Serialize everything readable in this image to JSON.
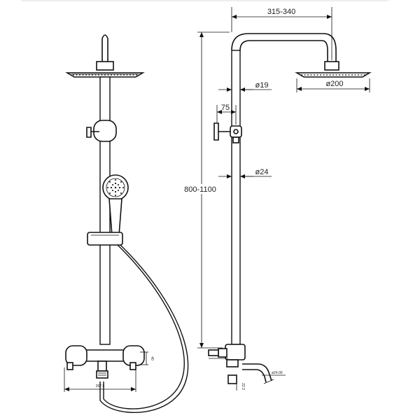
{
  "dimensions": {
    "arm_reach": "315-340",
    "pipe_dia_upper": "ø19",
    "head_dia": "ø200",
    "valve_offset": "75",
    "pipe_dia_lower": "ø24",
    "height_range": "800-1100",
    "center_width": "267.5",
    "side_depth": "40",
    "spout_reach": "ø24.00",
    "spout_height": "22.2"
  }
}
